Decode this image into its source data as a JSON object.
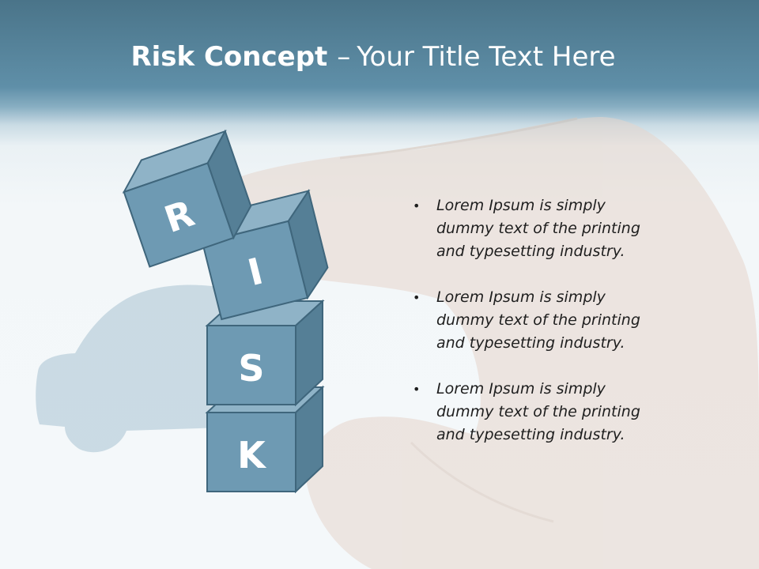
{
  "slide": {
    "title_main": "Risk Concept",
    "title_dash": "–",
    "title_sub": "Your Title Text Here"
  },
  "blocks": [
    "R",
    "I",
    "S",
    "K"
  ],
  "bullets": [
    {
      "text": "Lorem Ipsum is simply dummy text of the printing and typesetting industry."
    },
    {
      "text": "Lorem Ipsum is simply dummy text of the printing and typesetting industry."
    },
    {
      "text": "Lorem Ipsum is simply dummy text of the printing and typesetting industry."
    }
  ],
  "colors": {
    "header": "#4f7f98",
    "cube_front": "#6e9ab3",
    "cube_top": "#8fb3c7",
    "cube_side": "#557f96",
    "cube_edge": "#3f667c",
    "letter": "#ffffff",
    "hand": "#e8dcd5",
    "car": "#a9c3d1"
  },
  "icons": {
    "bullet": "•"
  }
}
